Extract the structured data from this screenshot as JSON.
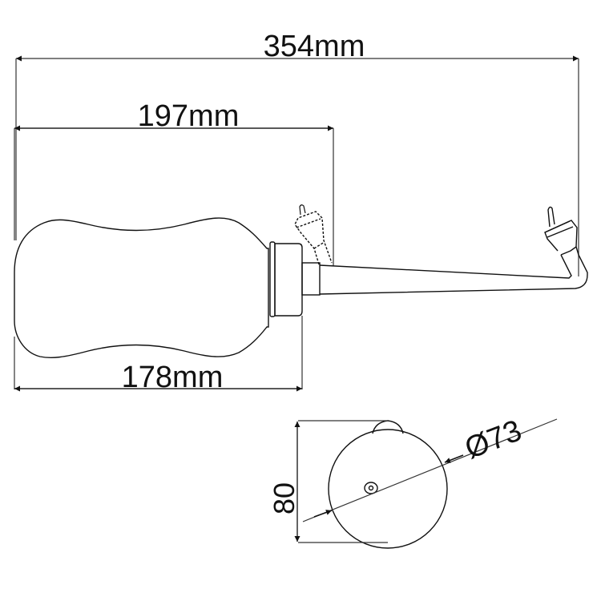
{
  "drawing": {
    "type": "technical dimension drawing",
    "subject": "handheld bidet bottle with spray nozzle",
    "line_color": "#111111",
    "background": "#ffffff"
  },
  "dimensions": {
    "overall_length": {
      "label": "354mm",
      "value": 354,
      "unit": "mm"
    },
    "bottle_with_cap": {
      "label": "197mm",
      "value": 197,
      "unit": "mm"
    },
    "bottle_body": {
      "label": "178mm",
      "value": 178,
      "unit": "mm"
    },
    "end_view_height": {
      "label": "80",
      "value": 80
    },
    "end_view_diameter": {
      "label": "Ø73",
      "value": 73,
      "symbol": "Ø"
    }
  }
}
